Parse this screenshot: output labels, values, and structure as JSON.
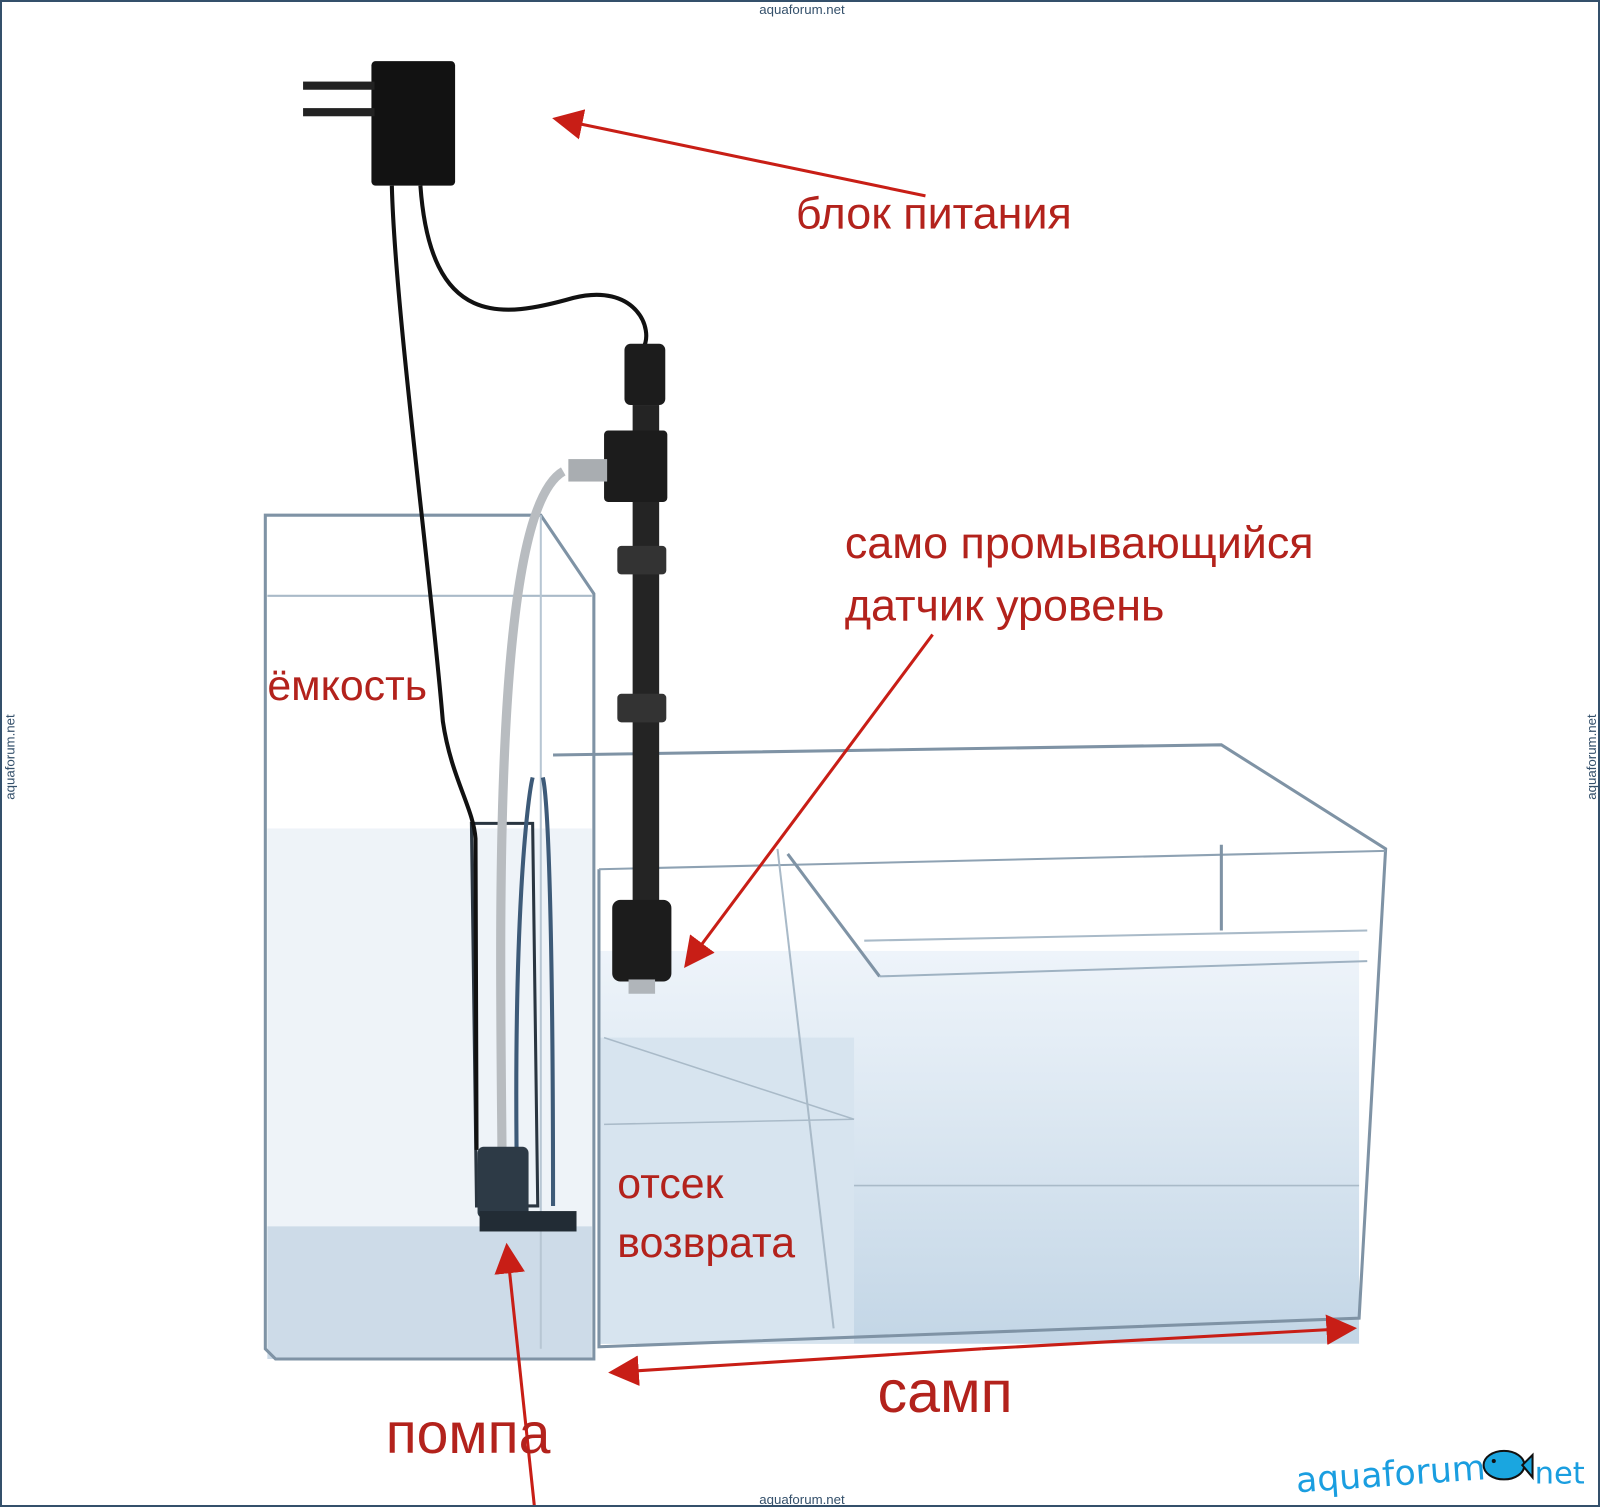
{
  "watermark": {
    "top": "aquaforum.net",
    "bottom": "aquaforum.net",
    "left": "aquaforum.net",
    "right": "aquaforum.net"
  },
  "labels": {
    "power_supply": "блок питания",
    "sensor_line1": "само промывающийся",
    "sensor_line2": "датчик уровень",
    "reservoir": "ёмкость",
    "return_line1": "отсек",
    "return_line2": "возврата",
    "sump": "самп",
    "pump": "помпа"
  },
  "logo": {
    "word": "aquaforum",
    "suffix": "net"
  },
  "colors": {
    "label": "#b3221c",
    "water": "#cfe0ee",
    "glass": "#6f8598",
    "logo": "#1a9ee0"
  }
}
